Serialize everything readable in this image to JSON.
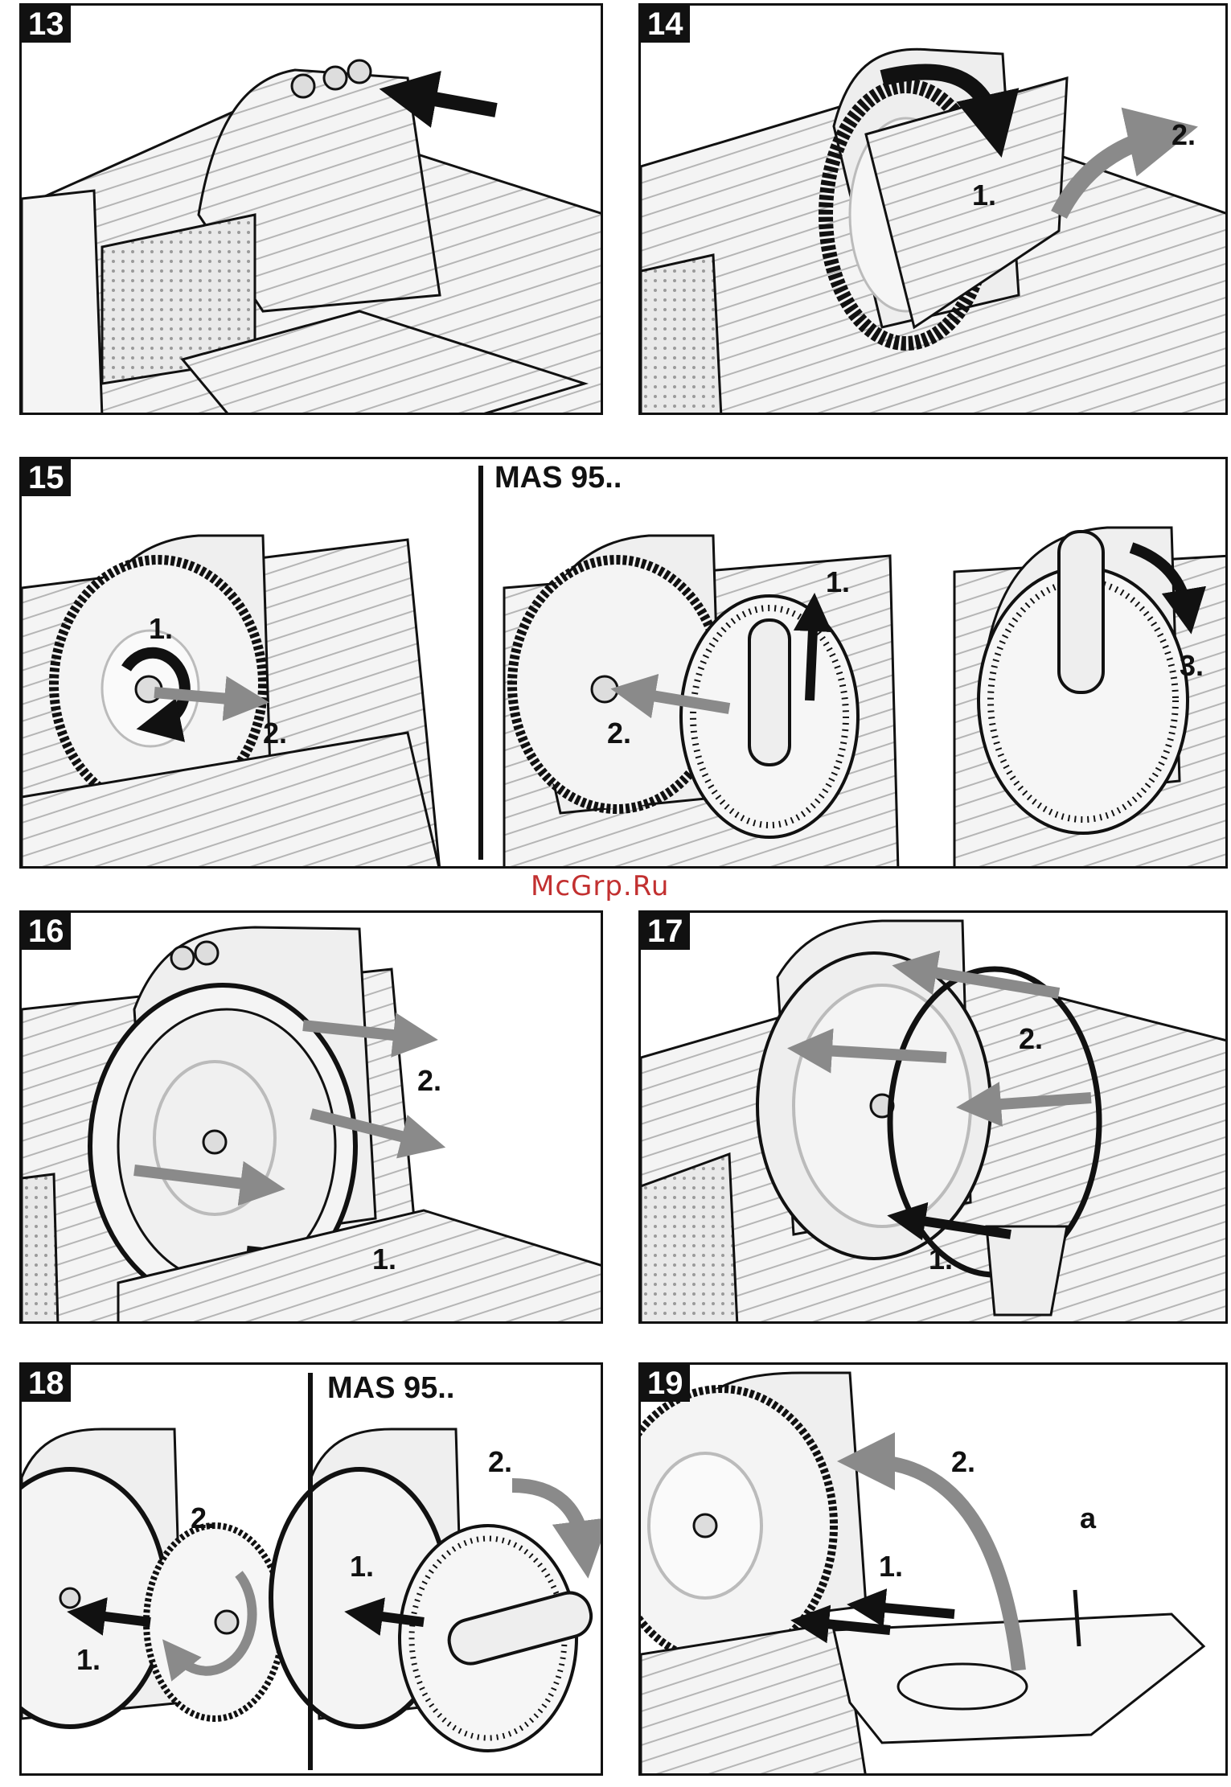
{
  "watermark": "McGrp.Ru",
  "panels": {
    "p13": {
      "number": "13"
    },
    "p14": {
      "number": "14",
      "step1": "1.",
      "step2": "2."
    },
    "p15": {
      "number": "15",
      "model": "MAS 95..",
      "a_step1": "1.",
      "a_step2": "2.",
      "b_step1": "1.",
      "b_step2": "2.",
      "c_step3": "3."
    },
    "p16": {
      "number": "16",
      "step1": "1.",
      "step2": "2."
    },
    "p17": {
      "number": "17",
      "step1": "1.",
      "step2": "2."
    },
    "p18": {
      "number": "18",
      "model": "MAS 95..",
      "a_step1": "1.",
      "a_step2": "2.",
      "b_step1": "1.",
      "b_step2": "2."
    },
    "p19": {
      "number": "19",
      "step1": "1.",
      "step2": "2.",
      "label_a": "a"
    }
  },
  "colors": {
    "line": "#111111",
    "arrow": "#8a8a8a",
    "ridge": "#bcbcbc",
    "fill": "#f2f2f2"
  }
}
